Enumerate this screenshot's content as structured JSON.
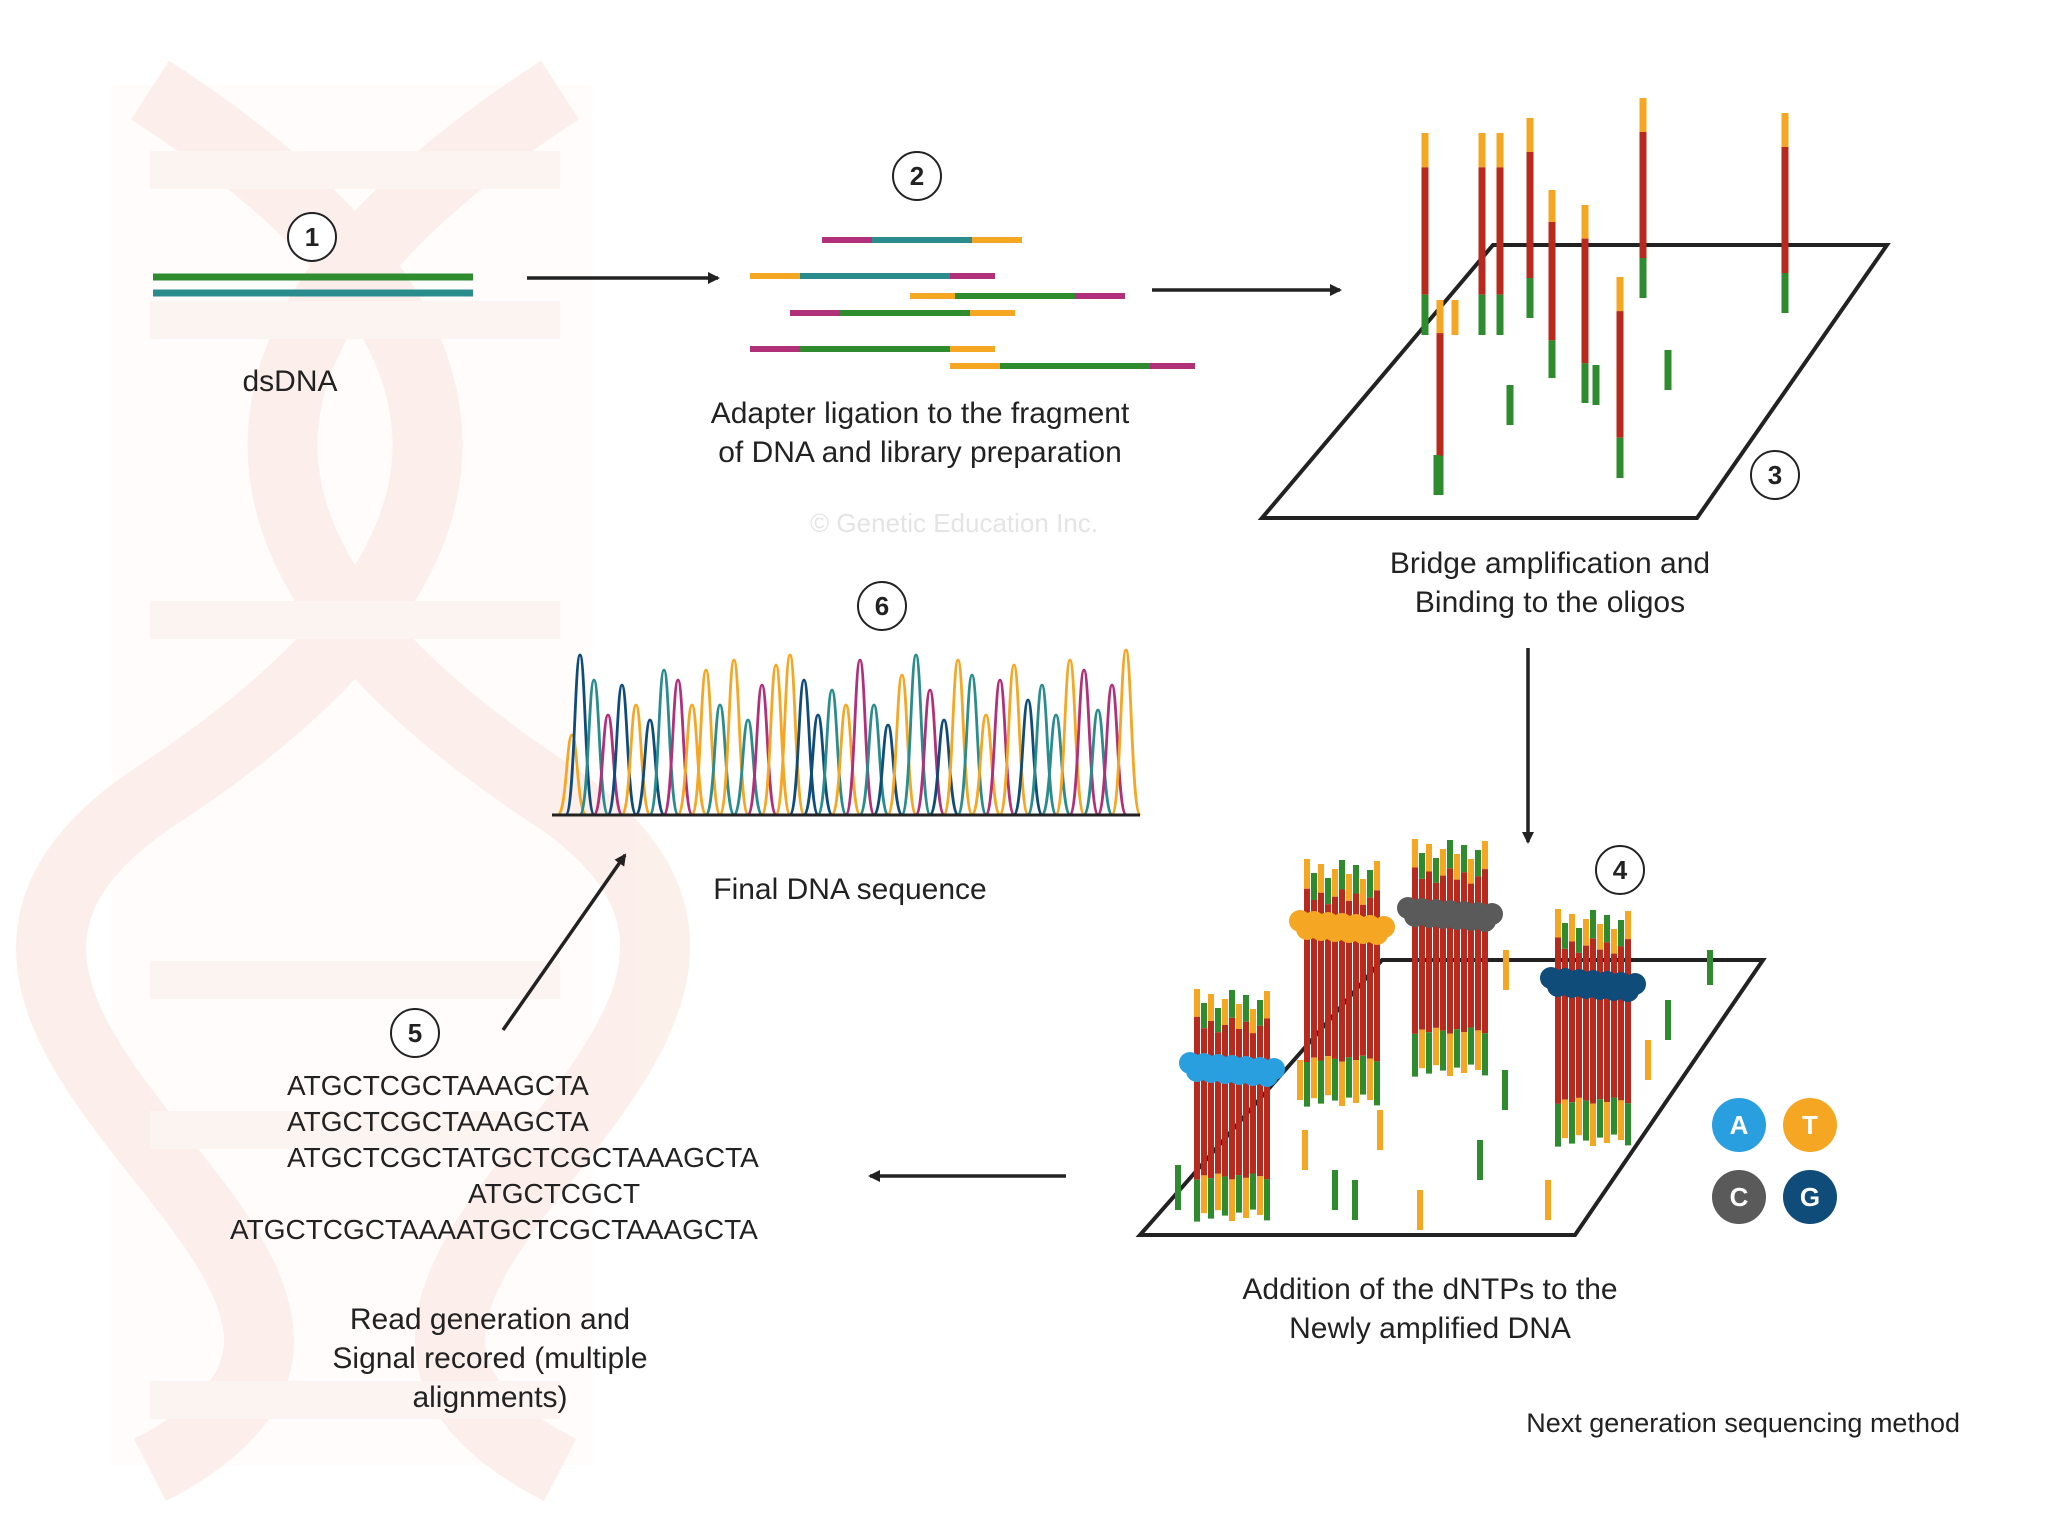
{
  "steps": {
    "s1": {
      "num": "1",
      "label": "dsDNA"
    },
    "s2": {
      "num": "2",
      "label_line1": "Adapter ligation to the fragment",
      "label_line2": "of DNA and library preparation"
    },
    "s3": {
      "num": "3",
      "label_line1": "Bridge amplification and",
      "label_line2": "Binding to the oligos"
    },
    "s4": {
      "num": "4",
      "label_line1": "Addition of the dNTPs to the",
      "label_line2": "Newly amplified DNA"
    },
    "s5": {
      "num": "5",
      "label_line1": "Read generation and",
      "label_line2": "Signal recored (multiple",
      "label_line3": "alignments)"
    },
    "s6": {
      "num": "6",
      "label": "Final DNA sequence"
    }
  },
  "reads": [
    "ATGCTCGCTAAAGCTA",
    "ATGCTCGCTAAAGCTA",
    "ATGCTCGCTATGCTCGCTAAAGCTA",
    "ATGCTCGCT",
    "ATGCTCGCTAAAATGCTCGCTAAAGCTA"
  ],
  "bases": [
    {
      "letter": "A",
      "color": "#2a9fe0"
    },
    {
      "letter": "T",
      "color": "#f5a623"
    },
    {
      "letter": "C",
      "color": "#5a5a5a"
    },
    {
      "letter": "G",
      "color": "#0f4c7a"
    }
  ],
  "colors": {
    "green": "#2e8b2e",
    "teal": "#2a8c8c",
    "orange": "#f5a623",
    "magenta": "#b0307a",
    "red": "#b82a1e",
    "blue": "#2a9fe0",
    "grey": "#5a5a5a",
    "navy": "#0f4c7a"
  },
  "caption": "Next generation sequencing method",
  "watermark": "© Genetic Education Inc."
}
